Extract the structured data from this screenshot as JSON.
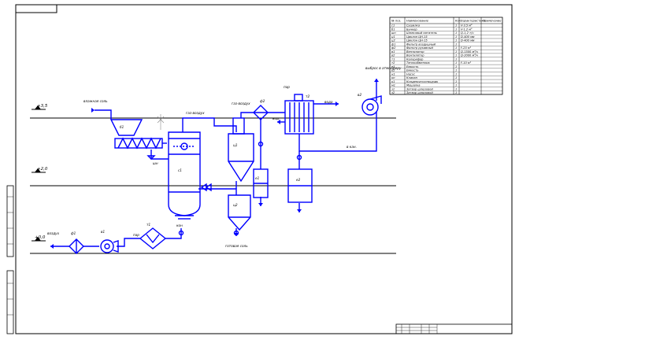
{
  "colors": {
    "equipment": "#0000ff",
    "frame": "#000000",
    "background": "#ffffff"
  },
  "levels": [
    "+3,5",
    "+2,0",
    "+0,0"
  ],
  "labels": {
    "air_in": "воздух",
    "filter1": "ф1",
    "fan1": "в1",
    "heater1": "т1",
    "steam1": "пар",
    "steam2": "пар",
    "condensate": "кон",
    "dryer": "с1",
    "cyclone1": "ц1",
    "cyclone2": "ц2",
    "hopper": "б1",
    "screw": "шн",
    "filter2": "ф2",
    "fan2": "в2",
    "cooler": "т2",
    "tank1": "е1",
    "tank2": "е2",
    "product": "готовая соль",
    "raw": "влажная соль",
    "exhaust": "выброс в атмосферу",
    "to_pump": "в кан.",
    "water": "вода",
    "water_in": "вод.",
    "gas_left": "газ-воздух",
    "gas_right": "газ-воздух"
  },
  "spec_table": {
    "headers": [
      "№ поз.",
      "Наименование",
      "Кол.",
      "Характеристика",
      "Примечание"
    ],
    "rows": [
      [
        "с1",
        "Сушилка",
        "1",
        "V-3,5 м³",
        ""
      ],
      [
        "б1",
        "Бункер",
        "1",
        "V-1,2 м³",
        ""
      ],
      [
        "шн",
        "Шнековый питатель",
        "1",
        "Q-1,2 т/ч",
        ""
      ],
      [
        "ц1",
        "Циклон ЦН-15",
        "1",
        "D-400 мм",
        ""
      ],
      [
        "ц2",
        "Циклон ЦН-15",
        "1",
        "D-400 мм",
        ""
      ],
      [
        "ф1",
        "Фильтр воздушный",
        "1",
        "",
        ""
      ],
      [
        "ф2",
        "Фильтр рукавный",
        "1",
        "F-25 м²",
        ""
      ],
      [
        "в1",
        "Вентилятор",
        "1",
        "Q-1500 м³/ч",
        ""
      ],
      [
        "в2",
        "Вентилятор",
        "1",
        "Q-2000 м³/ч",
        ""
      ],
      [
        "т1",
        "Калорифер",
        "1",
        "",
        ""
      ],
      [
        "т2",
        "Теплообменник",
        "1",
        "F-10 м²",
        ""
      ],
      [
        "е1",
        "Емкость",
        "1",
        "",
        ""
      ],
      [
        "е2",
        "Емкость",
        "1",
        "",
        ""
      ],
      [
        "н1",
        "Насос",
        "1",
        "",
        ""
      ],
      [
        "кп",
        "Клапан",
        "1",
        "",
        ""
      ],
      [
        "к1",
        "Конденсатоотводчик",
        "1",
        "",
        ""
      ],
      [
        "м1",
        "Мешалка",
        "1",
        "",
        ""
      ],
      [
        "з1",
        "Затвор шлюзовой",
        "1",
        "",
        ""
      ],
      [
        "з2",
        "Затвор шлюзовой",
        "1",
        "",
        ""
      ]
    ]
  }
}
